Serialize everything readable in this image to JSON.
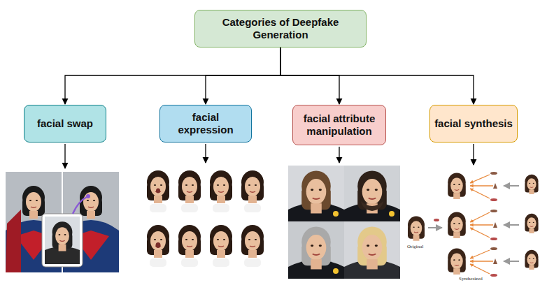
{
  "diagram": {
    "nodes": [
      {
        "text": [
          "Categories of Deepfake Generation"
        ]
      },
      {
        "text": [
          "facial swap"
        ]
      },
      {
        "text": [
          "facial expression"
        ]
      },
      {
        "text": [
          "facial attribute manipulation"
        ]
      },
      {
        "text": [
          "facial synthesis"
        ]
      }
    ],
    "edges": [
      {
        "from": 0,
        "to": 1,
        "arrow": "to"
      },
      {
        "from": 0,
        "to": 2,
        "arrow": "to"
      },
      {
        "from": 0,
        "to": 3,
        "arrow": "to"
      },
      {
        "from": 0,
        "to": 4,
        "arrow": "to"
      }
    ],
    "labels": [
      "Original",
      "Synthesized"
    ]
  }
}
